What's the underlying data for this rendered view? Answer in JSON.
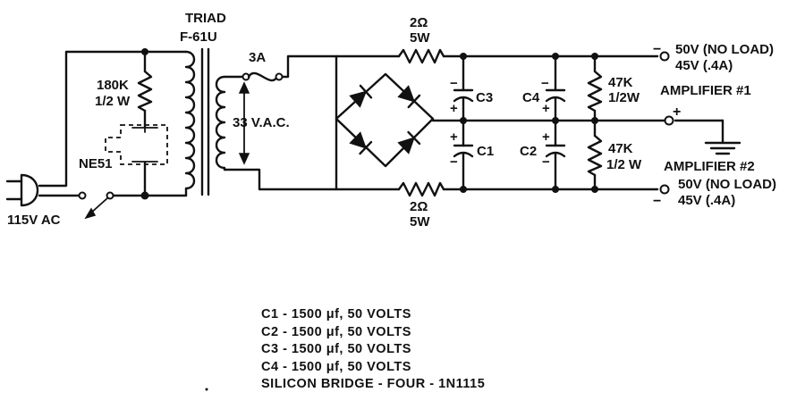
{
  "labels": {
    "transformer_name": "TRIAD",
    "transformer_model": "F-61U",
    "fuse": "3A",
    "secondary_voltage": "33 V.A.C.",
    "resistor_r1": "180K",
    "resistor_r1_watt": "1/2 W",
    "neon_lamp": "NE51",
    "input": "115V AC",
    "res_top_value": "2Ω",
    "res_top_watt": "5W",
    "res_bot_value": "2Ω",
    "res_bot_watt": "5W",
    "c1": "C1",
    "c2": "C2",
    "c3": "C3",
    "c4": "C4",
    "plus": "+",
    "minus": "−",
    "r_top_value": "47K",
    "r_top_watt": "1/2W",
    "r_bot_value": "47K",
    "r_bot_watt": "1/2 W",
    "out_top_line1": "50V (NO LOAD)",
    "out_top_line2": "45V (.4A)",
    "out_bot_line1": "50V (NO LOAD)",
    "out_bot_line2": "45V (.4A)",
    "amp1": "AMPLIFIER #1",
    "amp2": "AMPLIFIER #2"
  },
  "parts_list": [
    "C1 - 1500 μf, 50 VOLTS",
    "C2 - 1500 μf, 50 VOLTS",
    "C3 - 1500 μf, 50 VOLTS",
    "C4 - 1500 μf, 50 VOLTS",
    "SILICON BRIDGE - FOUR - 1N1115"
  ]
}
